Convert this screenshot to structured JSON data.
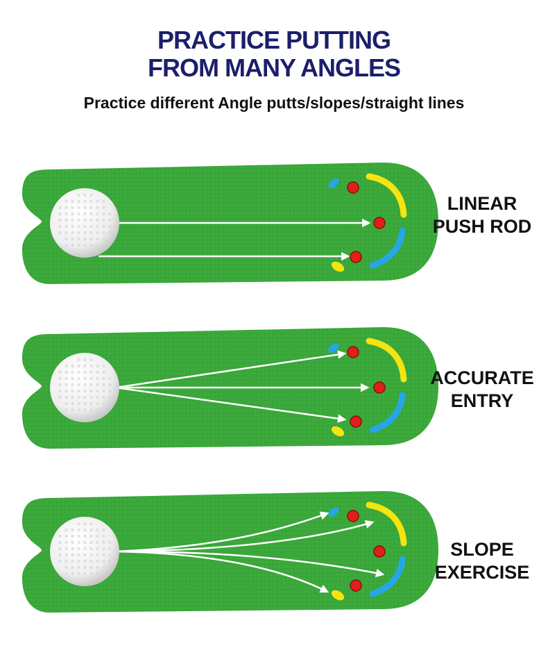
{
  "header": {
    "title_line1": "PRACTICE PUTTING",
    "title_line2": "FROM MANY ANGLES",
    "subtitle": "Practice different Angle putts/slopes/straight lines"
  },
  "colors": {
    "title": "#1b1f6b",
    "turf": "#3aa83a",
    "turf_dark": "#2e8f2f",
    "cup": "#e0201b",
    "yellow_bumper": "#f4e411",
    "blue_bumper": "#27a6e6",
    "arrow": "#ffffff"
  },
  "panels": [
    {
      "id": "linear",
      "label_line1": "LINEAR",
      "label_line2": "PUSH ROD",
      "path_style": "straight"
    },
    {
      "id": "accurate",
      "label_line1": "ACCURATE",
      "label_line2": "ENTRY",
      "path_style": "fan"
    },
    {
      "id": "slope",
      "label_line1": "SLOPE",
      "label_line2": "EXERCISE",
      "path_style": "curved"
    }
  ]
}
